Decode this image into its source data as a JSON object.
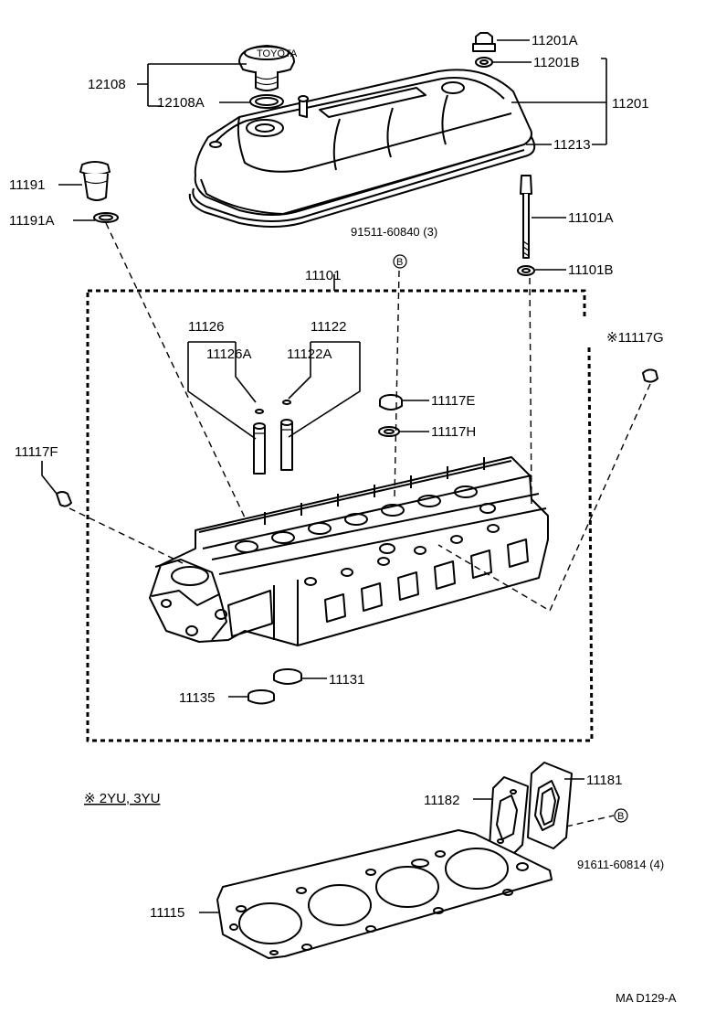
{
  "labels": {
    "p12108": "12108",
    "p12108A": "12108A",
    "p11201A": "11201A",
    "p11201B": "11201B",
    "p11201": "11201",
    "p11213": "11213",
    "p11191": "11191",
    "p11191A": "11191A",
    "p11101A": "11101A",
    "p11101B": "11101B",
    "p91511": "91511-60840 (3)",
    "p11101": "11101",
    "p11126": "11126",
    "p11126A": "11126A",
    "p11122": "11122",
    "p11122A": "11122A",
    "p11117G": "※11117G",
    "p11117E": "11117E",
    "p11117H": "11117H",
    "p11117F": "11117F",
    "p11131": "11131",
    "p11135": "11135",
    "p11181": "11181",
    "p11182": "11182",
    "p91611": "91611-60814 (4)",
    "p11115": "11115",
    "variant_note": "※ 2YU, 3YU",
    "ref_code": "MA  D129-A",
    "marker_b": "B"
  }
}
